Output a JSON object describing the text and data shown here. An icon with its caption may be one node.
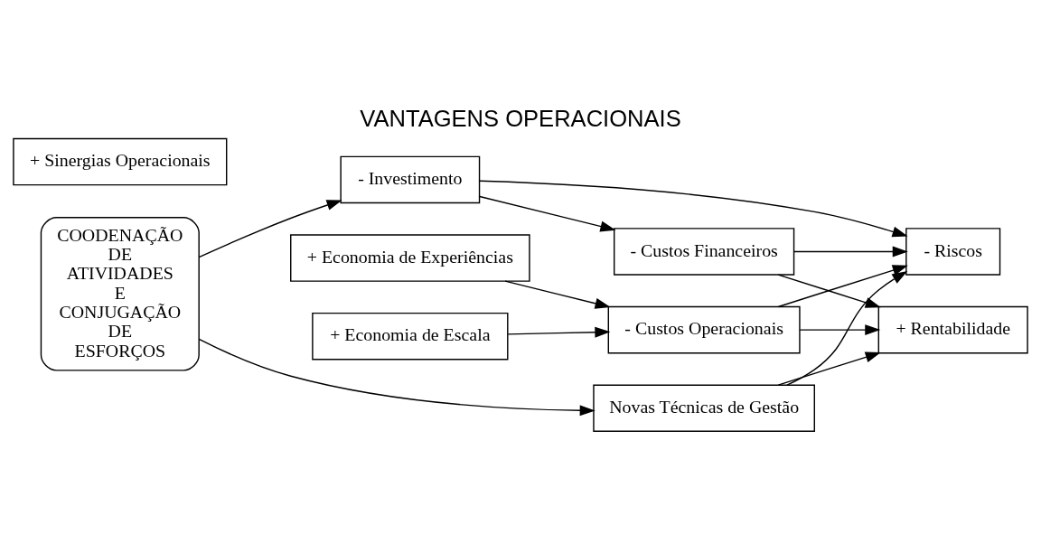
{
  "diagram": {
    "title": "VANTAGENS OPERACIONAIS",
    "nodes": [
      {
        "text": [
          "COODENAÇÃO DE ATIVIDADES E CONJUGAÇÃO DE ESFORÇOS"
        ]
      },
      {
        "text": [
          "- Investimento"
        ]
      },
      {
        "text": [
          "- Custos Financeiros"
        ]
      },
      {
        "text": [
          "+ Economia de Escala"
        ]
      },
      {
        "text": [
          "+ Sinergias Operacionais"
        ]
      },
      {
        "text": [
          "+ Economia de Experiências"
        ]
      },
      {
        "text": [
          "Novas Técnicas de Gestão"
        ]
      },
      {
        "text": [
          "- Custos Operacionais"
        ]
      },
      {
        "text": [
          "- Riscos"
        ]
      },
      {
        "text": [
          "+ Rentabilidade"
        ]
      }
    ],
    "edges": [
      {
        "from": 0,
        "to": 1,
        "arrow": "to"
      },
      {
        "from": 0,
        "to": 6,
        "arrow": "to"
      },
      {
        "from": 1,
        "to": 2,
        "arrow": "to"
      },
      {
        "from": 1,
        "to": 8,
        "arrow": "to"
      },
      {
        "from": 3,
        "to": 7,
        "arrow": "to"
      },
      {
        "from": 5,
        "to": 7,
        "arrow": "to"
      },
      {
        "from": 2,
        "to": 8,
        "arrow": "to"
      },
      {
        "from": 2,
        "to": 9,
        "arrow": "to"
      },
      {
        "from": 7,
        "to": 8,
        "arrow": "to"
      },
      {
        "from": 7,
        "to": 9,
        "arrow": "to"
      },
      {
        "from": 6,
        "to": 8,
        "arrow": "to"
      },
      {
        "from": 6,
        "to": 9,
        "arrow": "to"
      }
    ]
  }
}
